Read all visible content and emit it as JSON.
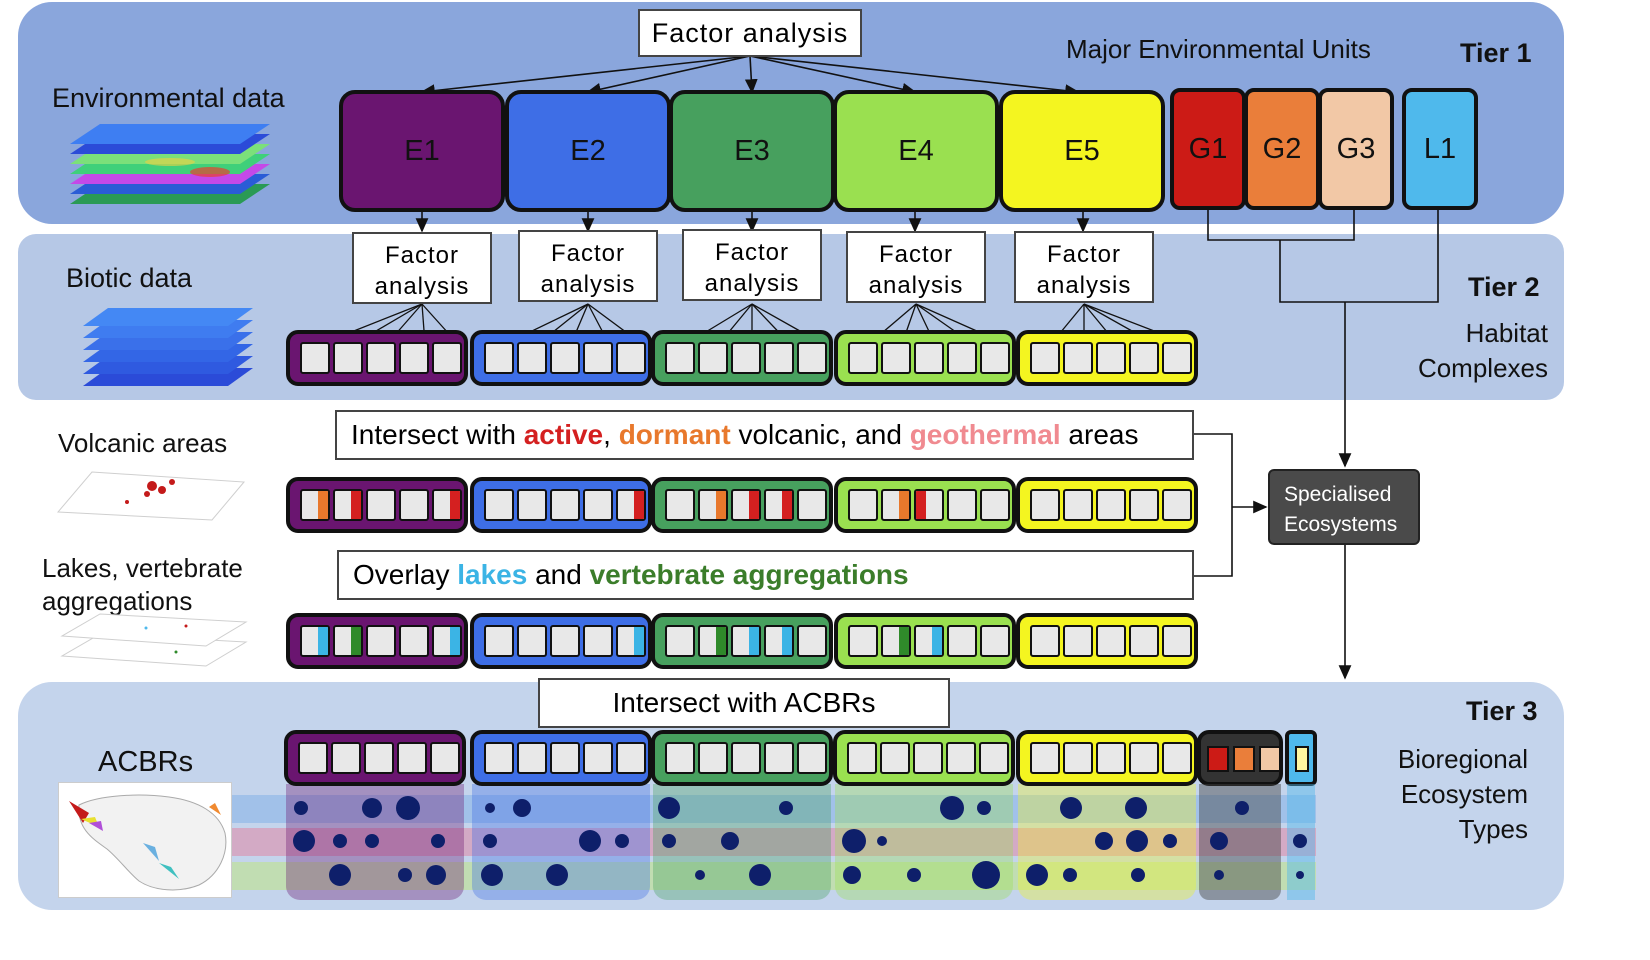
{
  "tier1": {
    "label": "Tier 1",
    "data_label": "Environmental data",
    "factor_label": "Factor analysis",
    "units_label": "Major Environmental Units",
    "units": [
      {
        "id": "E1",
        "color": "#6a1570"
      },
      {
        "id": "E2",
        "color": "#3e6ee6"
      },
      {
        "id": "E3",
        "color": "#47a05e"
      },
      {
        "id": "E4",
        "color": "#9ae050"
      },
      {
        "id": "E5",
        "color": "#f4f520"
      },
      {
        "id": "G1",
        "color": "#cc1b16"
      },
      {
        "id": "G2",
        "color": "#ea7e3a"
      },
      {
        "id": "G3",
        "color": "#f2c8a6"
      },
      {
        "id": "L1",
        "color": "#4fb9ec"
      }
    ]
  },
  "tier2": {
    "label": "Tier 2",
    "data_label": "Biotic data",
    "subtitle_line1": "Habitat",
    "subtitle_line2": "Complexes",
    "factor_boxes": [
      {
        "line1": "Factor",
        "line2": "analysis"
      },
      {
        "line1": "Factor",
        "line2": "analysis"
      },
      {
        "line1": "Factor",
        "line2": "analysis"
      },
      {
        "line1": "Factor",
        "line2": "analysis"
      },
      {
        "line1": "Factor",
        "line2": "analysis"
      }
    ]
  },
  "volcanic": {
    "data_label": "Volcanic areas",
    "intersect_prefix": "Intersect with",
    "active": "active",
    "comma": ",",
    "dormant": "dormant",
    "volcanic_text": "volcanic, and",
    "geothermal": "geothermal",
    "areas_text": "areas"
  },
  "lakes": {
    "data_label_line1": "Lakes, vertebrate",
    "data_label_line2": "aggregations",
    "overlay_prefix": "Overlay",
    "lakes_word": "lakes",
    "and_word": "and",
    "vertebrate_word": "vertebrate aggregations"
  },
  "specialised": {
    "line1": "Specialised",
    "line2": "Ecosystems"
  },
  "tier3": {
    "label": "Tier 3",
    "data_label": "ACBRs",
    "intersect_label": "Intersect with ACBRs",
    "subtitle_line1": "Bioregional",
    "subtitle_line2": "Ecosystem",
    "subtitle_line3": "Types"
  },
  "colors": {
    "tier1_band": "#8aa6dc",
    "tier2_band": "#b6c8e6",
    "tier3_band": "#c4d4ec",
    "active": "#d42020",
    "dormant": "#e8782c",
    "geothermal": "#f08a90",
    "lakes": "#3bb4e5",
    "vertebrate": "#2f8a2a",
    "dot": "#0e1f6a"
  }
}
